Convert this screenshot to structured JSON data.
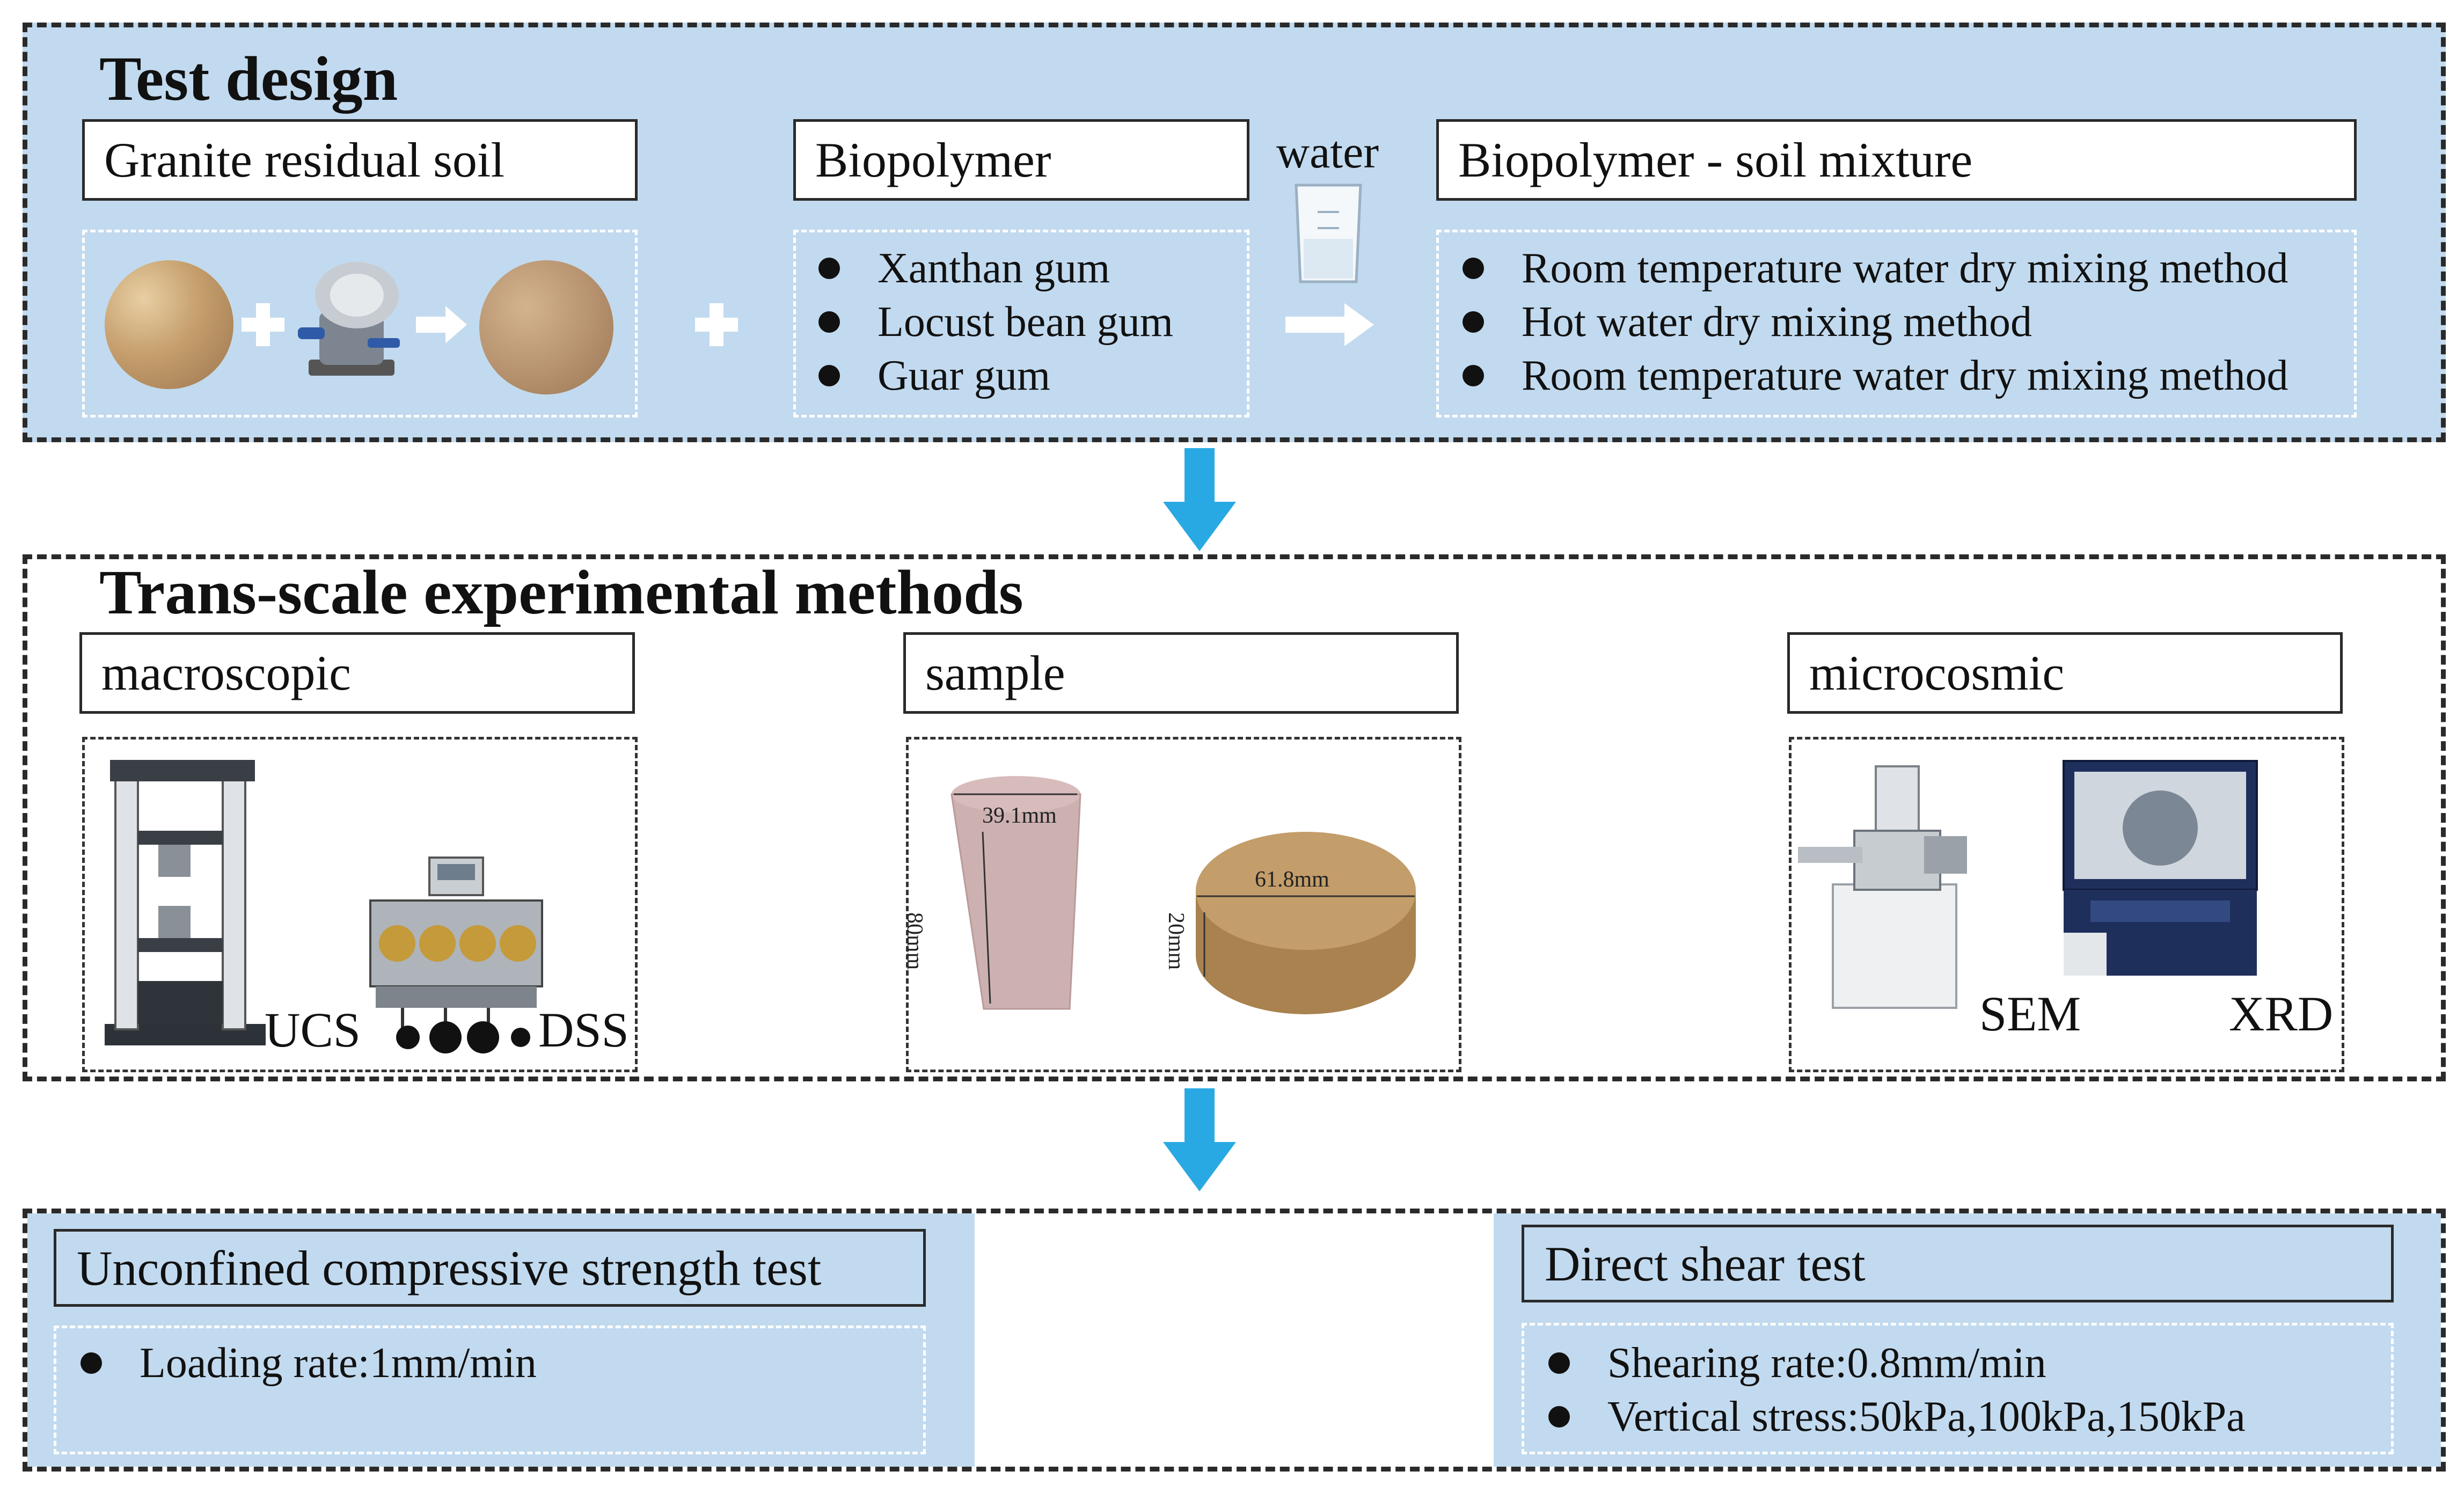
{
  "test_design": {
    "title": "Test design",
    "soil_header": "Granite residual soil",
    "biopolymer_header": "Biopolymer",
    "biopolymer_items": [
      "Xanthan gum",
      "Locust bean gum",
      "Guar gum"
    ],
    "water_label": "water",
    "mixture_header": "Biopolymer - soil mixture",
    "mixture_items": [
      "Room temperature water dry mixing method",
      "Hot water dry mixing method",
      "Room temperature water dry mixing method"
    ]
  },
  "methods": {
    "title": "Trans-scale experimental methods",
    "macroscopic_header": "macroscopic",
    "sample_header": "sample",
    "microcosmic_header": "microcosmic",
    "ucs_label": "UCS",
    "dss_label": "DSS",
    "sem_label": "SEM",
    "xrd_label": "XRD",
    "cylinder_diameter": "39.1mm",
    "cylinder_height": "80mm",
    "disk_diameter": "61.8mm",
    "disk_height": "20mm"
  },
  "tests": {
    "ucs_header": "Unconfined compressive strength test",
    "ucs_items": [
      "Loading rate:1mm/min"
    ],
    "shear_header": "Direct shear test",
    "shear_items": [
      "Shearing rate:0.8mm/min",
      "Vertical stress:50kPa,100kPa,150kPa"
    ]
  },
  "colors": {
    "panel_blue": "#c2daef",
    "arrow_blue": "#29a9e3",
    "border_dark": "#2a2a2a"
  }
}
